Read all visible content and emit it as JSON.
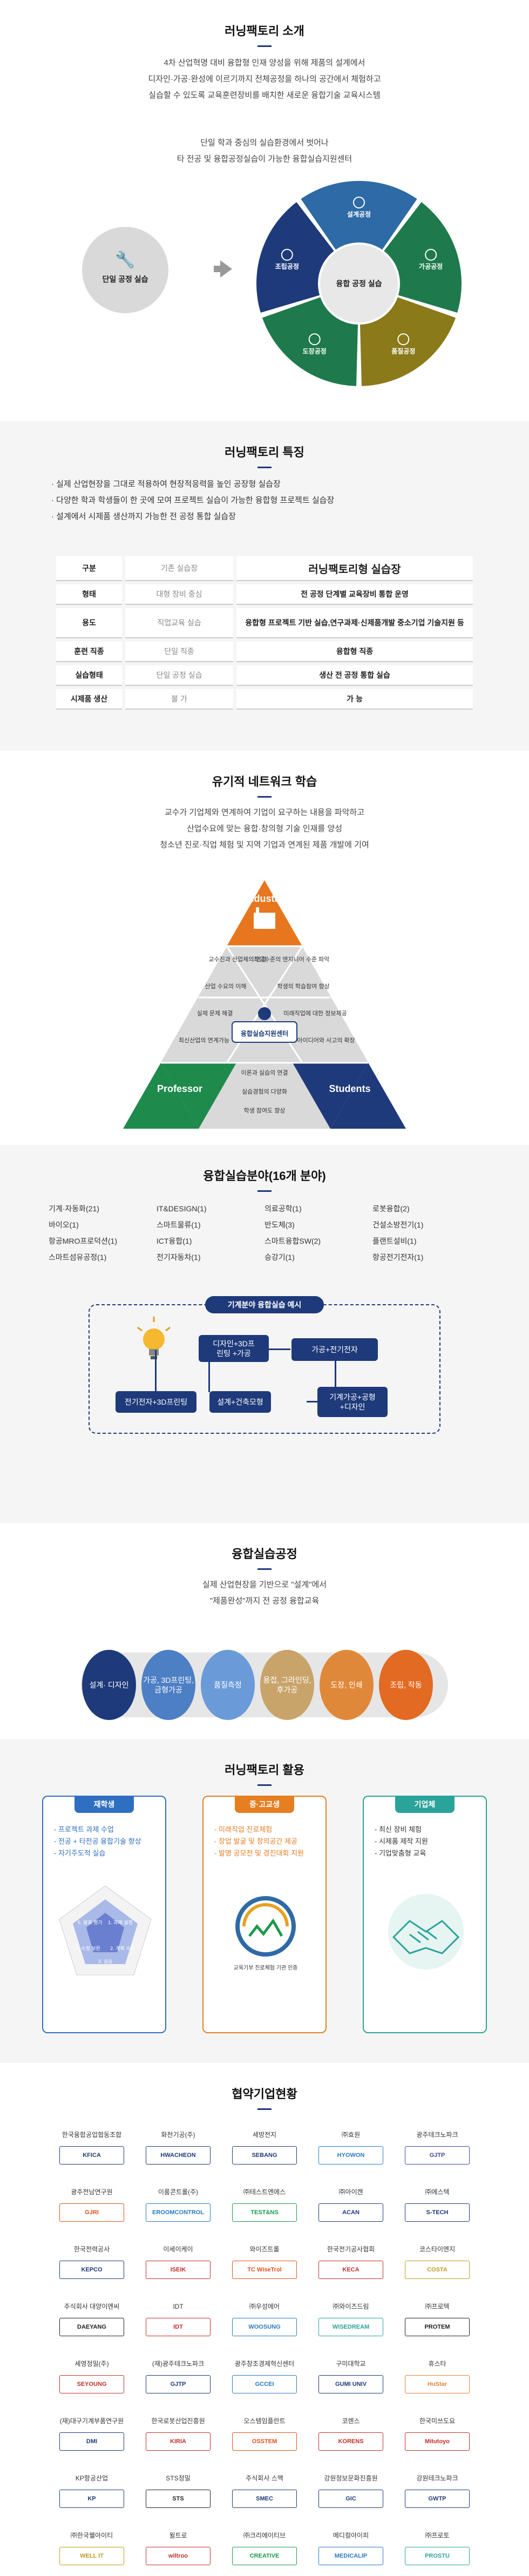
{
  "intro": {
    "title": "러닝팩토리 소개",
    "lead1": [
      "4차 산업혁명 대비 융합형 인재 양성을 위해 제품의 설계에서",
      "디자인·가공·완성에 이르기까지 전체공정을 하나의 공간에서 체험하고",
      "실습할 수 있도록 교육훈련장비를 배치한 새로운 융합기술 교육시스템"
    ],
    "lead2": [
      "단일 학과 중심의 실습환경에서 벗어나",
      "타 전공 및 융합공정실습이 가능한 융합실습지원센터"
    ],
    "single_label": "단일 공정 실습",
    "center_label": "융합 공정 실습",
    "segments": [
      "조립공정",
      "설계공정",
      "가공공정",
      "품질공정",
      "도장공정"
    ],
    "colors": {
      "navy": "#1e3a7a",
      "blue": "#2e6aa6",
      "green": "#1e7a4c",
      "olive": "#8a7a1a",
      "gray": "#e8e8e8"
    }
  },
  "features": {
    "title": "러닝팩토리 특징",
    "bullets": [
      "실제 산업현장을 그대로 적용하여 현장적응력을 높인 공장형 실습장",
      "다양한 학과 학생들이 한 곳에 모여 프로젝트 실습이 가능한 융합형 프로젝트 실습장",
      "설계에서 시제품 생산까지 가능한 전 공정 통합 실습장"
    ],
    "table": [
      [
        "구분",
        "기존 실습장",
        "러닝팩토리형 실습장"
      ],
      [
        "형태",
        "대형 장비 중심",
        "전 공정 단계별 교육장비 통합 운영"
      ],
      [
        "용도",
        "직업교육 실습",
        "융합형 프로젝트 기반 실습, | 연구과제·신제품개발 중소기업 기술지원 등"
      ],
      [
        "훈련 직종",
        "단일 직종",
        "융합형 직종"
      ],
      [
        "실습형태",
        "단일 공정 실습",
        "생산 전 공정 통합 실습"
      ],
      [
        "시제품 생산",
        "불 가",
        "가 능"
      ]
    ]
  },
  "network": {
    "title": "유기적 네트워크 학습",
    "lead": [
      "교수가 기업체와 연계하여 기업이 요구하는 내용을 파악하고",
      "산업수요에 맞는 융합·창의형 기술 인재를 양성",
      "청소년 진로·직업 체험 및 지역 기업과 연계된 제품 개발에 기여"
    ],
    "industry": "Industry",
    "professor": "Professor",
    "students": "Students",
    "center": "융합실습지원센터",
    "cells": [
      "교수진과 산업체의 연결",
      "최고수준의 엔지니어 수준 파악",
      "산업 수요의 이해",
      "학생의 학습참여 향상",
      "실제 문제 해결",
      "미래직업에 대한 정보제공",
      "최신산업의 연계가능",
      "아이디어와 사고의 확장",
      "이론과 실습의 연결",
      "실습경험의 다양화",
      "학생 참여도 향상"
    ]
  },
  "fields": {
    "title": "융합실습분야(16개 분야)",
    "items": [
      "기계·자동화(21)",
      "IT&DESIGN(1)",
      "의료공학(1)",
      "로봇융합(2)",
      "바이오(1)",
      "스마트물류(1)",
      "반도체(3)",
      "건설소방전기(1)",
      "항공MRO프로덕션(1)",
      "ICT융합(1)",
      "스마트융합SW(2)",
      "플랜트설비(1)",
      "스마트섬유공정(1)",
      "전기자동차(1)",
      "승강기(1)",
      "항공전기전자(1)"
    ],
    "example_title": "기계분야 융합실습 예시",
    "boxes": [
      "디자인+3D프린팅 +가공",
      "가공+전기전자",
      "전기전자+3D프린팅",
      "설계+건축모형",
      "기계가공+공형 +디자인"
    ]
  },
  "process": {
    "title": "융합실습공정",
    "lead": [
      "실제 산업현장을 기반으로 \"설계\"에서",
      "\"제품완성\"까지 전 공정 융합교육"
    ],
    "steps": [
      "설계· 디자인",
      "가공, 3D프린팅, 금형가공",
      "품질측정",
      "용접, 그라인딩, 후가공",
      "도장, 인쇄",
      "조립, 작동"
    ],
    "colors": [
      "#1e3a7a",
      "#4d7fc4",
      "#6a9bd8",
      "#c9a46a",
      "#e0883a",
      "#e36a22"
    ]
  },
  "usage": {
    "title": "러닝팩토리 활용",
    "cards": [
      {
        "title": "재학생",
        "color": "#2f6fc1",
        "items": [
          "프로젝트 과제 수업",
          "전공 + 타전공 융합기술 향상",
          "자기주도적 실습"
        ],
        "pent": [
          "5. 발표 평가",
          "1. 과제 설정",
          "4. 수정 보완",
          "2. 계획 수립",
          "3. 실습"
        ]
      },
      {
        "title": "중·고교생",
        "color": "#e67e22",
        "items": [
          "미래직업 진로체험",
          "창업 발굴 및 창의공간 제공",
          "발명 공모전 및 경진대회 지원"
        ],
        "seal": "교육기부 진로체험 기관 인증"
      },
      {
        "title": "기업체",
        "color": "#2aa39a",
        "items": [
          "최신 장비 체험",
          "시제품 제작 지원",
          "기업맞춤형 교육"
        ]
      }
    ]
  },
  "partners": {
    "title": "협약기업현황",
    "list": [
      [
        "한국융합공업협동조합",
        "KFICA",
        "#1e3a7a"
      ],
      [
        "화천기공(주)",
        "HWACHEON",
        "#1e3a7a"
      ],
      [
        "세방전지",
        "SEBANG",
        "#1e3a7a"
      ],
      [
        "㈜효원",
        "HYOWON",
        "#2a7ac0"
      ],
      [
        "광주테크노파크",
        "GJTP",
        "#3a4aa0"
      ],
      [
        "광주전남연구원",
        "GJRI",
        "#e0501e"
      ],
      [
        "이룸콘트롤(주)",
        "EROOMCONTROL",
        "#2a7ac0"
      ],
      [
        "㈜테스트엔에스",
        "TEST&NS",
        "#1a9a4a"
      ],
      [
        "㈜아이캔",
        "ACAN",
        "#1e3a7a"
      ],
      [
        "㈜에스텍",
        "S-TECH",
        "#1e3a7a"
      ],
      [
        "한국전력공사",
        "KEPCO",
        "#1e3a7a"
      ],
      [
        "이세이케이",
        "ISEIK",
        "#c0302a"
      ],
      [
        "와이즈트롤",
        "TC WiseTrol",
        "#e0501e"
      ],
      [
        "한국전기공사협회",
        "KECA",
        "#c0302a"
      ],
      [
        "코스타이엔지",
        "COSTA",
        "#c09a20"
      ],
      [
        "주식회사 대양이엔씨",
        "DAEYANG",
        "#222222"
      ],
      [
        "IDT",
        "IDT",
        "#c0302a"
      ],
      [
        "㈜우성에어",
        "WOOSUNG",
        "#2a7ac0"
      ],
      [
        "㈜와이즈드림",
        "WISEDREAM",
        "#2aa39a"
      ],
      [
        "㈜프로텍",
        "PROTEM",
        "#222222"
      ],
      [
        "세영정밀(주)",
        "SEYOUNG",
        "#c0302a"
      ],
      [
        "(재)광주테크노파크",
        "GJTP",
        "#1e3a7a"
      ],
      [
        "광주창조경제혁신센터",
        "GCCEI",
        "#2a7ac0"
      ],
      [
        "구미대학교",
        "GUMI UNIV",
        "#1e3a7a"
      ],
      [
        "휴스타",
        "HuStar",
        "#e0883a"
      ],
      [
        "(재)대구기계부품연구원",
        "DMI",
        "#1e3a7a"
      ],
      [
        "한국로봇산업진흥원",
        "KIRIA",
        "#c0302a"
      ],
      [
        "오스템임플란트",
        "OSSTEM",
        "#e0501e"
      ],
      [
        "코렌스",
        "KORENS",
        "#c0302a"
      ],
      [
        "한국미쓰도요",
        "Mitutoyo",
        "#c0302a"
      ],
      [
        "KP항공산업",
        "KP",
        "#1e3a7a"
      ],
      [
        "STS정밀",
        "STS",
        "#222222"
      ],
      [
        "주식회사 스맥",
        "SMEC",
        "#1e3a7a"
      ],
      [
        "강원정보문화진흥원",
        "GIC",
        "#1e3a7a"
      ],
      [
        "강원테크노파크",
        "GWTP",
        "#1e3a7a"
      ],
      [
        "㈜한국웰아이티",
        "WELL IT",
        "#c09a20"
      ],
      [
        "윌트로",
        "wiltroo",
        "#c0302a"
      ],
      [
        "㈜크리에이티브",
        "CREATIVE",
        "#1a9a4a"
      ],
      [
        "메디컬아이피",
        "MEDICALIP",
        "#2a7ac0"
      ],
      [
        "㈜프로토",
        "PROSTU",
        "#2aa39a"
      ]
    ]
  }
}
